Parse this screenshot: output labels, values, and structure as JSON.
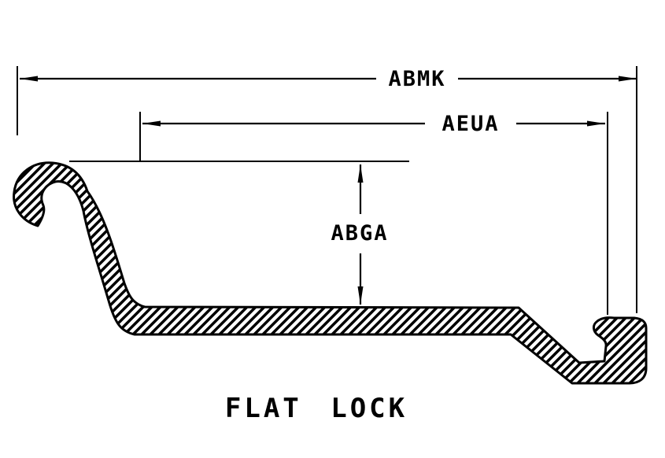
{
  "diagram": {
    "title": "FLAT LOCK",
    "labels": {
      "overall_width": "ABMK",
      "inner_width": "AEUA",
      "depth": "ABGA"
    },
    "colors": {
      "ink": "#000000",
      "background": "#ffffff"
    }
  }
}
